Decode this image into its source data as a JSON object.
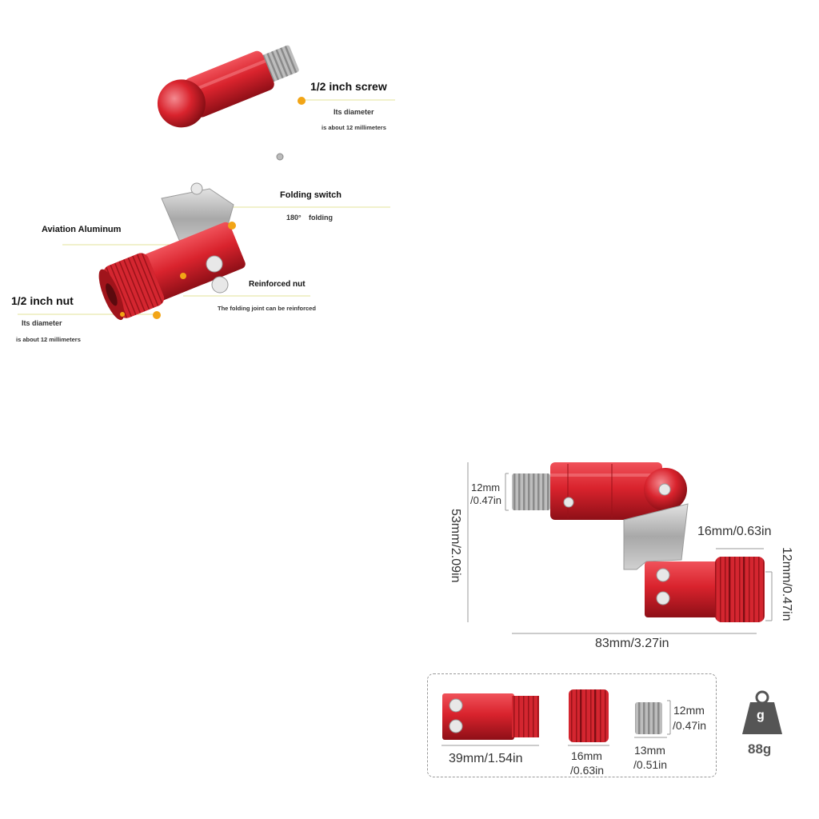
{
  "features": {
    "screw": {
      "title": "1/2 inch screw",
      "line1": "Its diameter",
      "line2": "is about 12 millimeters"
    },
    "folding_switch": {
      "title": "Folding switch",
      "angle": "180°",
      "detail": "folding"
    },
    "aluminum": {
      "title": "Aviation Aluminum"
    },
    "nut": {
      "title": "1/2 inch nut",
      "line1": "Its diameter",
      "line2": "is about 12 millimeters"
    },
    "reinforced_nut": {
      "title": "Reinforced nut",
      "detail": "The folding joint can be reinforced"
    }
  },
  "dimensions": {
    "screw_diameter_mm": "12mm",
    "screw_diameter_in": "/0.47in",
    "height": "53mm/2.09in",
    "nut_length": "16mm/0.63in",
    "nut_diameter": "12mm/0.47in",
    "total_length": "83mm/3.27in"
  },
  "parts": {
    "body_length": "39mm/1.54in",
    "nut_length_mm": "16mm",
    "nut_length_in": "/0.63in",
    "screw_length_mm": "13mm",
    "screw_length_in": "/0.51in",
    "screw_diameter_mm": "12mm",
    "screw_diameter_in": "/0.47in"
  },
  "weight": {
    "icon_letter": "g",
    "value": "88g"
  },
  "colors": {
    "accent_red": "#d9232d",
    "dot_orange": "#f2a516",
    "leader_line": "#e3e39a",
    "metal": "#b9b9b9"
  }
}
